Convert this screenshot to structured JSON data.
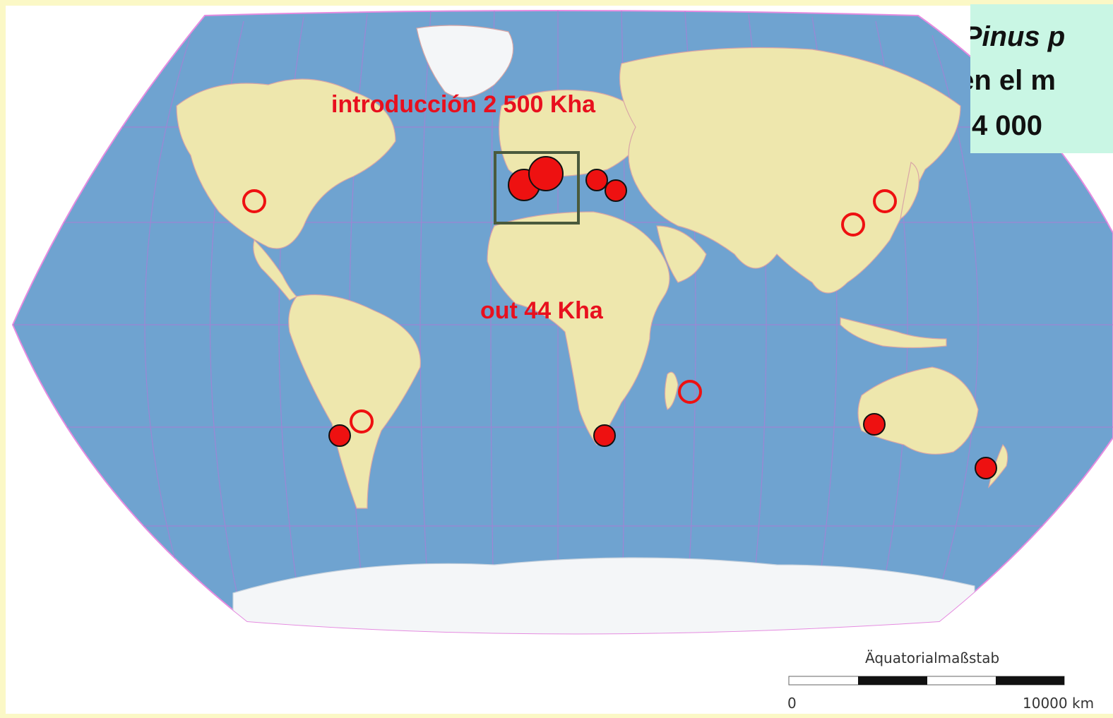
{
  "map": {
    "labels": {
      "introduction": "introducción 2 500 Kha",
      "out": "out 44 Kha"
    },
    "title_box": {
      "line1_species": "Pinus p",
      "line2": "en el m",
      "line3": "4 000"
    },
    "scale_bar": {
      "title": "Äquatorialmaßstab",
      "start": "0",
      "end": "10000 km"
    },
    "colors": {
      "ocean": "#6fa3d0",
      "land": "#eee7ad",
      "marker_red": "#ee1111",
      "highlight_box": "#4a5a3c",
      "title_box_bg": "#c9f6e4",
      "page_bg": "#fbf8c6"
    },
    "markers": [
      {
        "name": "spain-large-1",
        "type": "filled",
        "size": "large"
      },
      {
        "name": "spain-large-2",
        "type": "filled",
        "size": "large"
      },
      {
        "name": "italy",
        "type": "filled",
        "size": "medium"
      },
      {
        "name": "greece",
        "type": "filled",
        "size": "medium"
      },
      {
        "name": "north-america",
        "type": "hollow"
      },
      {
        "name": "china",
        "type": "hollow"
      },
      {
        "name": "korea",
        "type": "hollow"
      },
      {
        "name": "madagascar",
        "type": "hollow"
      },
      {
        "name": "chile",
        "type": "filled"
      },
      {
        "name": "argentina",
        "type": "hollow"
      },
      {
        "name": "south-africa",
        "type": "filled"
      },
      {
        "name": "australia",
        "type": "filled"
      },
      {
        "name": "new-zealand",
        "type": "filled"
      }
    ]
  }
}
